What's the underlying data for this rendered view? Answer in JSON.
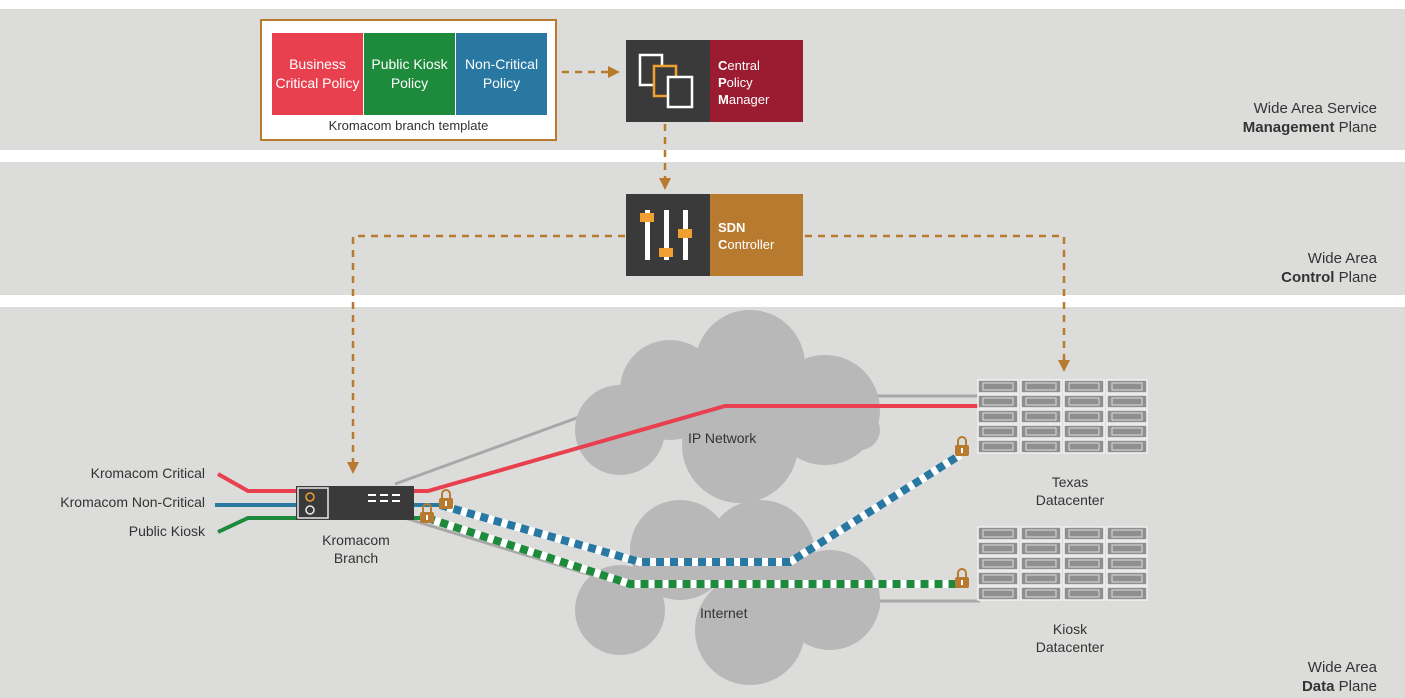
{
  "planes": {
    "management": {
      "line1": "Wide Area Service",
      "bold": "Management",
      "suffix": " Plane"
    },
    "control": {
      "line1": "Wide Area",
      "bold": "Control",
      "suffix": " Plane"
    },
    "data": {
      "line1": "Wide Area",
      "bold": "Data",
      "suffix": " Plane"
    }
  },
  "template": {
    "label": "Kromacom branch template",
    "policies": [
      {
        "label": "Business Critical Policy",
        "color": "#e8404f"
      },
      {
        "label": "Public Kiosk Policy",
        "color": "#1e8a3c"
      },
      {
        "label": "Non-Critical Policy",
        "color": "#2878a2"
      }
    ]
  },
  "policy_manager": {
    "c": "C",
    "c_rest": "entral",
    "p": "P",
    "p_rest": "olicy",
    "m": "M",
    "m_rest": "anager",
    "color": "#9b1b30"
  },
  "sdn_controller": {
    "line1": "SDN",
    "c": "C",
    "c_rest": "ontroller",
    "color": "#b87a2e"
  },
  "branch": {
    "label_line1": "Kromacom",
    "label_line2": "Branch",
    "inputs": [
      "Kromacom Critical",
      "Kromacom Non-Critical",
      "Public Kiosk"
    ]
  },
  "clouds": {
    "ip": "IP Network",
    "internet": "Internet"
  },
  "datacenters": {
    "texas": {
      "line1": "Texas",
      "line2": "Datacenter"
    },
    "kiosk": {
      "line1": "Kiosk",
      "line2": "Datacenter"
    }
  },
  "colors": {
    "critical": "#e8404f",
    "noncritical": "#2878a2",
    "kiosk": "#1e8a3c",
    "plane_bg": "#dcdcdb",
    "dark": "#3a3a3a",
    "accent": "#b87a2e",
    "grey_link": "#a8a8a8"
  }
}
